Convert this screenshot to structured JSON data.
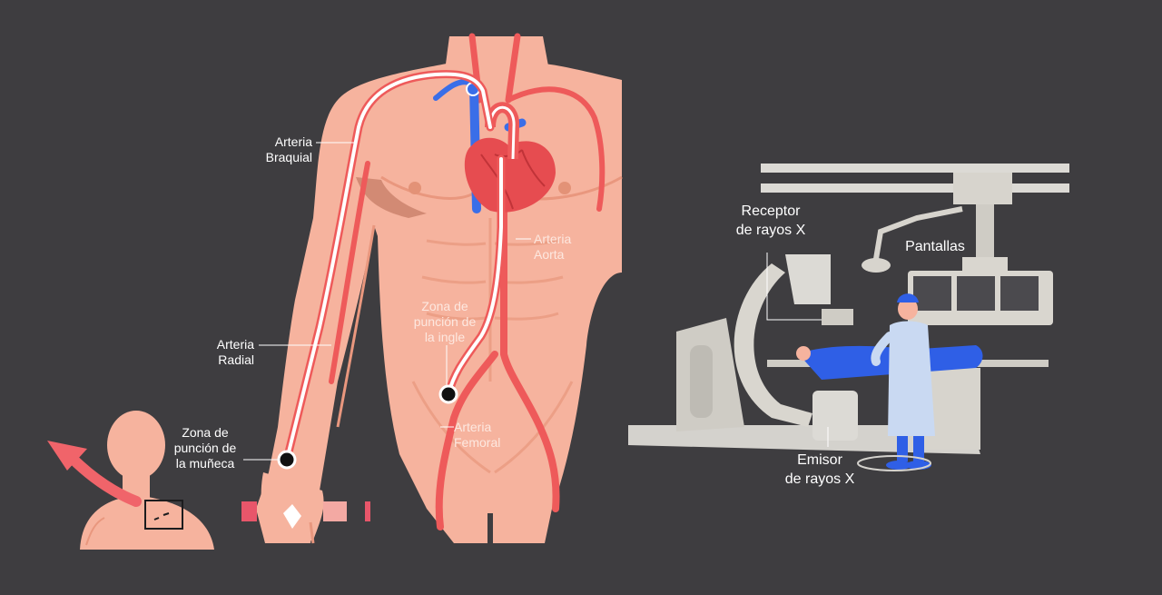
{
  "colors": {
    "background": "#3e3d40",
    "skin": "#f6b39e",
    "skin_shade": "#e9977e",
    "artery": "#ee5a5a",
    "vein": "#3a6ee8",
    "catheter": "#ffffff",
    "equipment": "#d9d6cf",
    "drape": "#2f5fe6",
    "staff": "#c9d9f2"
  },
  "icons": [
    "arrow-up-left-icon",
    "puncture-marker-icon"
  ],
  "labels": {
    "arteria_braquial": "Arteria\nBraquial",
    "arteria_radial": "Arteria\nRadial",
    "zona_muneca": "Zona de\npunción de\nla muñeca",
    "arteria_aorta": "Arteria\nAorta",
    "zona_ingle": "Zona de\npunción de\nla ingle",
    "arteria_femoral": "Arteria\nFemoral",
    "receptor": "Receptor\nde rayos X",
    "pantallas": "Pantallas",
    "emisor": "Emisor\nde rayos X"
  }
}
